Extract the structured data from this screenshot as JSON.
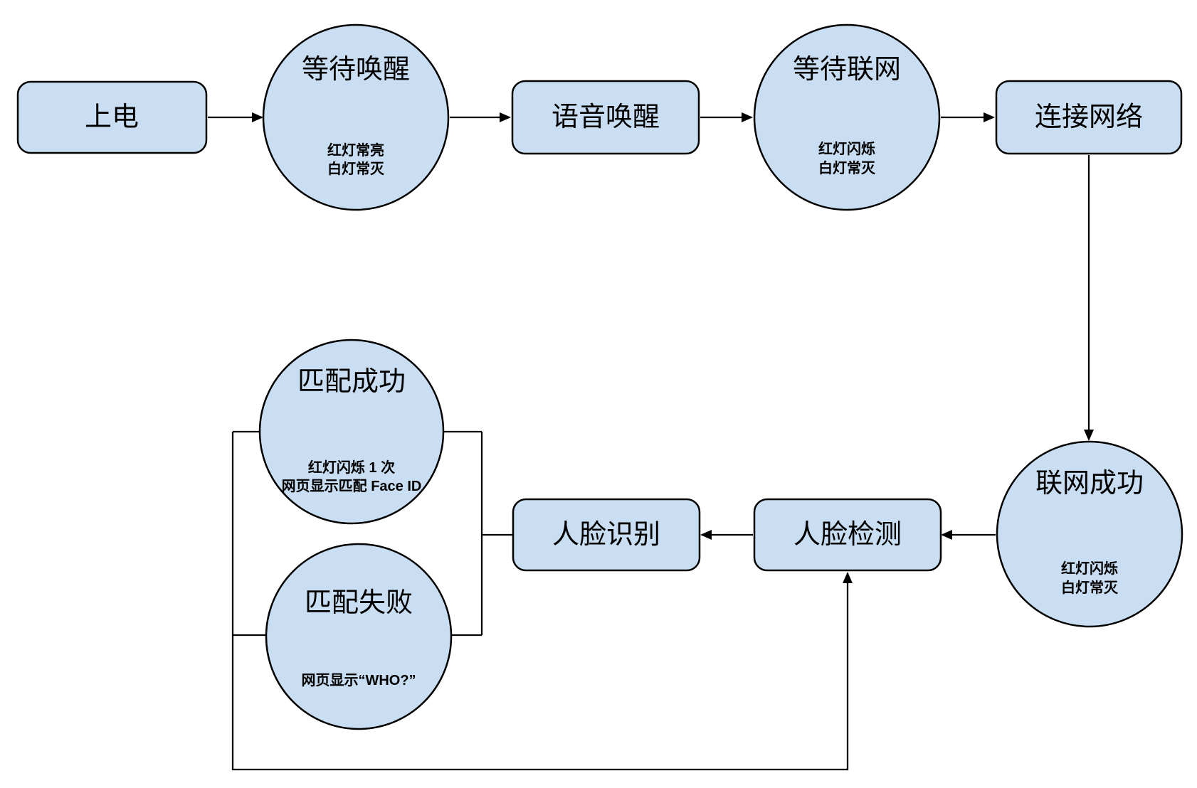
{
  "diagram": {
    "background_color": "#ffffff",
    "node_fill_color": "#c9def2",
    "node_stroke_color": "#000000",
    "edge_color": "#000000",
    "nodes": {
      "power_on": {
        "shape": "rect",
        "label": "上电"
      },
      "wait_wake": {
        "shape": "circle",
        "label": "等待唤醒",
        "sub": [
          "红灯常亮",
          "白灯常灭"
        ]
      },
      "voice_wake": {
        "shape": "rect",
        "label": "语音唤醒"
      },
      "wait_network": {
        "shape": "circle",
        "label": "等待联网",
        "sub": [
          "红灯闪烁",
          "白灯常灭"
        ]
      },
      "connect_network": {
        "shape": "rect",
        "label": "连接网络"
      },
      "network_success": {
        "shape": "circle",
        "label": "联网成功",
        "sub": [
          "红灯闪烁",
          "白灯常灭"
        ]
      },
      "face_detect": {
        "shape": "rect",
        "label": "人脸检测"
      },
      "face_recognize": {
        "shape": "rect",
        "label": "人脸识别"
      },
      "match_success": {
        "shape": "circle",
        "label": "匹配成功",
        "sub": [
          "红灯闪烁 1 次",
          "网页显示匹配 Face ID"
        ]
      },
      "match_fail": {
        "shape": "circle",
        "label": "匹配失败",
        "sub": [
          "网页显示“WHO?”"
        ]
      }
    },
    "edges": [
      "power_on -> wait_wake",
      "wait_wake -> voice_wake",
      "voice_wake -> wait_network",
      "wait_network -> connect_network",
      "connect_network -> network_success",
      "network_success -> face_detect",
      "face_detect -> face_recognize",
      "face_recognize - match_success",
      "face_recognize - match_fail",
      "match_success / match_fail -> face_detect (loop)"
    ]
  }
}
